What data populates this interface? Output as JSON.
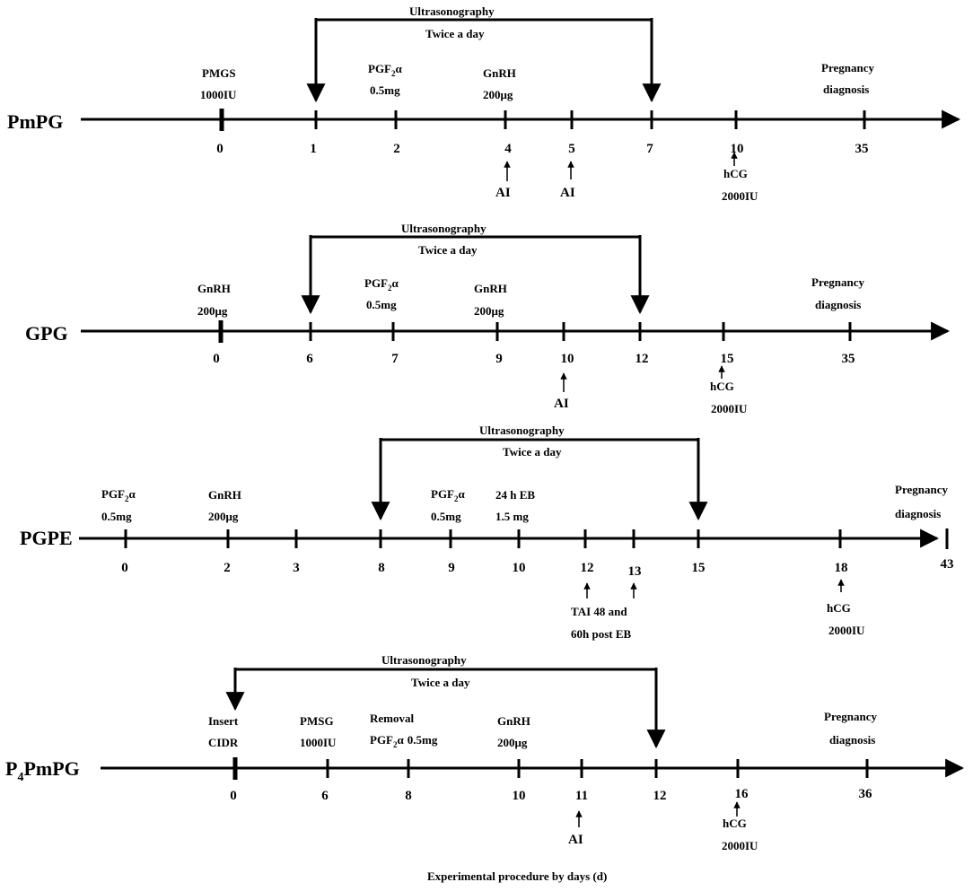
{
  "footer": "Experimental procedure by days (d)",
  "timelines": [
    {
      "name": "PmPG",
      "us": {
        "title": "Ultrasonography",
        "sub": "Twice a day"
      },
      "ticks": [
        "0",
        "1",
        "2",
        "4",
        "5",
        "7",
        "10",
        "35"
      ],
      "events": {
        "pmgs": [
          "PMGS",
          "1000IU"
        ],
        "pgf": [
          "PGF",
          "2",
          "α",
          "0.5mg"
        ],
        "gnrh": [
          "GnRH",
          "200μg"
        ],
        "preg": [
          "Pregnancy",
          "diagnosis"
        ]
      },
      "below": {
        "ai1": "AI",
        "ai2": "AI",
        "hcg": [
          "hCG",
          "2000IU"
        ]
      }
    },
    {
      "name": "GPG",
      "us": {
        "title": "Ultrasonography",
        "sub": "Twice a day"
      },
      "ticks": [
        "0",
        "6",
        "7",
        "9",
        "10",
        "12",
        "15",
        "35"
      ],
      "events": {
        "gnrh1": [
          "GnRH",
          "200μg"
        ],
        "pgf": [
          "PGF",
          "2",
          "α",
          "0.5mg"
        ],
        "gnrh2": [
          "GnRH",
          "200μg"
        ],
        "preg": [
          "Pregnancy",
          "diagnosis"
        ]
      },
      "below": {
        "ai": "AI",
        "hcg": [
          "hCG",
          "2000IU"
        ]
      }
    },
    {
      "name": "PGPE",
      "us": {
        "title": "Ultrasonography",
        "sub": "Twice a day"
      },
      "ticks": [
        "0",
        "2",
        "3",
        "8",
        "9",
        "10",
        "12",
        "13",
        "15",
        "18",
        "43"
      ],
      "events": {
        "pgf1": [
          "PGF",
          "2",
          "α",
          "0.5mg"
        ],
        "gnrh": [
          "GnRH",
          "200μg"
        ],
        "pgf2": [
          "PGF",
          "2",
          "α",
          "0.5mg"
        ],
        "eb": [
          "24 h EB",
          "1.5 mg"
        ],
        "preg": [
          "Pregnancy",
          "diagnosis"
        ]
      },
      "below": {
        "tai": [
          "TAI 48 and",
          "60h post EB"
        ],
        "hcg": [
          "hCG",
          "2000IU"
        ]
      }
    },
    {
      "name": "P",
      "name_sub": "4",
      "name_rest": "PmPG",
      "us": {
        "title": "Ultrasonography",
        "sub": "Twice a day"
      },
      "ticks": [
        "0",
        "6",
        "8",
        "10",
        "11",
        "12",
        "16",
        "36"
      ],
      "events": {
        "cidr": [
          "Insert",
          "CIDR"
        ],
        "pmsg": [
          "PMSG",
          "1000IU"
        ],
        "removal": [
          "Removal",
          "PGF",
          "2",
          "α",
          "0.5mg"
        ],
        "gnrh": [
          "GnRH",
          "200μg"
        ],
        "preg": [
          "Pregnancy",
          "diagnosis"
        ]
      },
      "below": {
        "ai": "AI",
        "hcg": [
          "hCG",
          "2000IU"
        ]
      }
    }
  ]
}
